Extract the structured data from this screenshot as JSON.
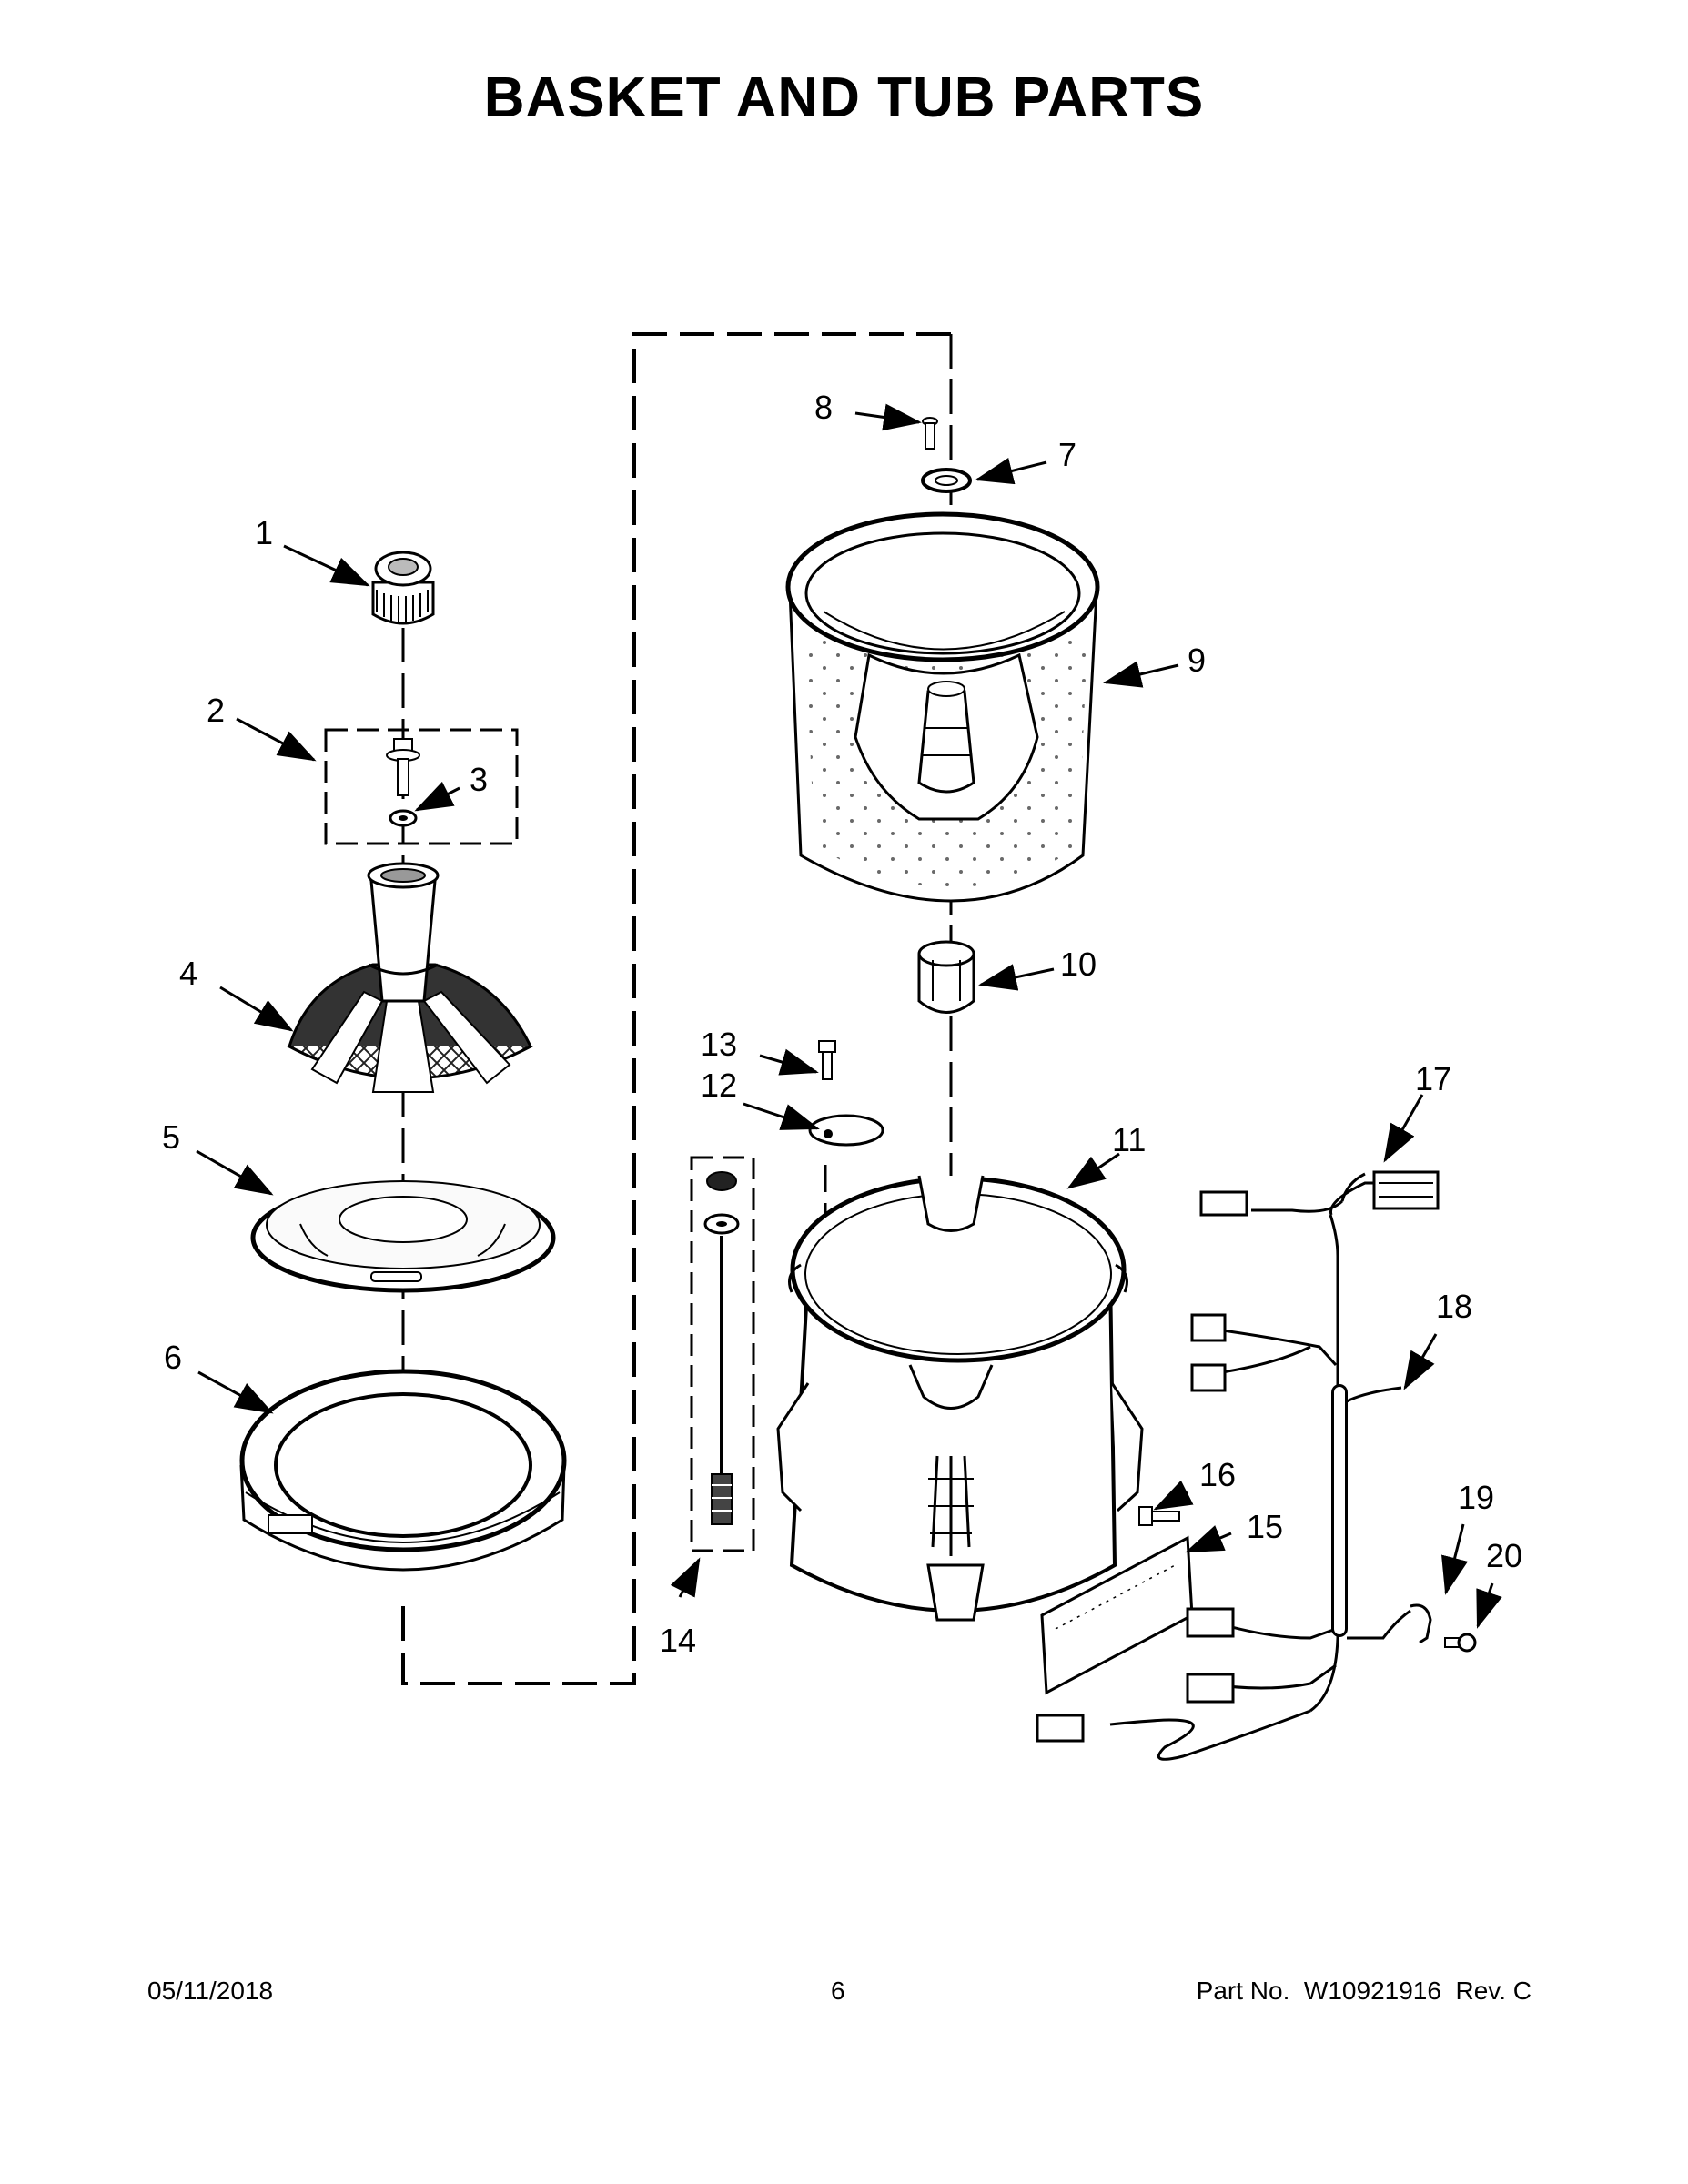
{
  "page": {
    "title": "BASKET AND TUB PARTS"
  },
  "callouts": [
    {
      "id": "1",
      "label": "1"
    },
    {
      "id": "2",
      "label": "2"
    },
    {
      "id": "3",
      "label": "3"
    },
    {
      "id": "4",
      "label": "4"
    },
    {
      "id": "5",
      "label": "5"
    },
    {
      "id": "6",
      "label": "6"
    },
    {
      "id": "7",
      "label": "7"
    },
    {
      "id": "8",
      "label": "8"
    },
    {
      "id": "9",
      "label": "9"
    },
    {
      "id": "10",
      "label": "10"
    },
    {
      "id": "11",
      "label": "11"
    },
    {
      "id": "12",
      "label": "12"
    },
    {
      "id": "13",
      "label": "13"
    },
    {
      "id": "14",
      "label": "14"
    },
    {
      "id": "15",
      "label": "15"
    },
    {
      "id": "16",
      "label": "16"
    },
    {
      "id": "17",
      "label": "17"
    },
    {
      "id": "18",
      "label": "18"
    },
    {
      "id": "19",
      "label": "19"
    },
    {
      "id": "20",
      "label": "20"
    }
  ],
  "footer": {
    "date": "05/11/2018",
    "page_number": "6",
    "part_prefix": "Part No.",
    "part_number": "W10921916",
    "revision": "Rev. C"
  }
}
